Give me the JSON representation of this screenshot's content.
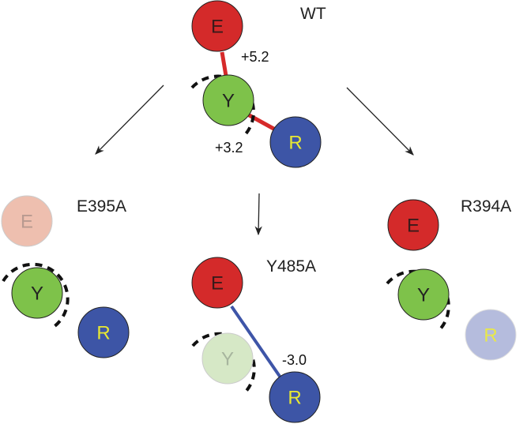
{
  "colors": {
    "E": "#d42a2a",
    "E_faded": "#eebfaf",
    "Y": "#7ec24a",
    "Y_faded": "#d6e8c6",
    "R": "#3d55a6",
    "R_faded": "#b5bcdd",
    "text_E": "#3a1a1a",
    "text_Y": "#222222",
    "text_R": "#e8e832",
    "text_E_faded": "#b89a90",
    "text_Y_faded": "#a7b59e",
    "text_R_faded": "#e8e84a",
    "bond_positive": "#d62a2a",
    "bond_negative": "#3e55a8"
  },
  "panels": {
    "wt": {
      "title": "WT",
      "residues": {
        "E": "E",
        "Y": "Y",
        "R": "R"
      },
      "energies": {
        "EY": "+5.2",
        "YR": "+3.2"
      }
    },
    "e395a": {
      "title": "E395A",
      "residues": {
        "E": "E",
        "Y": "Y",
        "R": "R"
      }
    },
    "y485a": {
      "title": "Y485A",
      "residues": {
        "E": "E",
        "Y": "Y",
        "R": "R"
      },
      "energies": {
        "ER": "-3.0"
      }
    },
    "r394a": {
      "title": "R394A",
      "residues": {
        "E": "E",
        "Y": "Y",
        "R": "R"
      }
    }
  }
}
